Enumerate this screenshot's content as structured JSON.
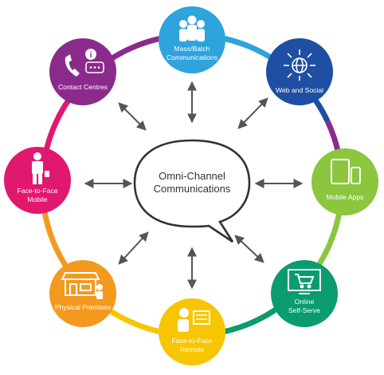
{
  "center": {
    "line1": "Omni-Channel",
    "line2": "Communications"
  },
  "nodes": [
    {
      "id": "mass-batch",
      "label_lines": [
        "Mass/Batch",
        "Communications"
      ],
      "color": "#2ea3dc",
      "icon": "people-group-icon"
    },
    {
      "id": "web-social",
      "label_lines": [
        "Web and Social"
      ],
      "color": "#1f4fa3",
      "icon": "globe-network-icon"
    },
    {
      "id": "mobile-apps",
      "label_lines": [
        "Mobile Apps"
      ],
      "color": "#8cc63f",
      "icon": "tablet-phone-icon"
    },
    {
      "id": "online-self-serve",
      "label_lines": [
        "Online",
        "Self-Serve"
      ],
      "color": "#0a9b6e",
      "icon": "shopping-cart-screen-icon"
    },
    {
      "id": "face-to-face-remote",
      "label_lines": [
        "Face-to-Face",
        "Remote"
      ],
      "color": "#f7c600",
      "icon": "person-screen-icon"
    },
    {
      "id": "physical-premises",
      "label_lines": [
        "Physical Premises"
      ],
      "color": "#f39a1e",
      "icon": "storefront-icon"
    },
    {
      "id": "face-to-face-mobile",
      "label_lines": [
        "Face-to-Face",
        "Mobile"
      ],
      "color": "#e0196e",
      "icon": "businessman-icon"
    },
    {
      "id": "contact-centres",
      "label_lines": [
        "Contact Centres"
      ],
      "color": "#8a2b8c",
      "icon": "phone-chat-icon"
    }
  ],
  "ring_colors": [
    "#2ea3dc",
    "#1f4fa3",
    "#8a2b8c",
    "#8cc63f",
    "#0a9b6e",
    "#f7c600",
    "#f39a1e",
    "#e0196e",
    "#8a2b8c"
  ],
  "arrow_color": "#555555"
}
